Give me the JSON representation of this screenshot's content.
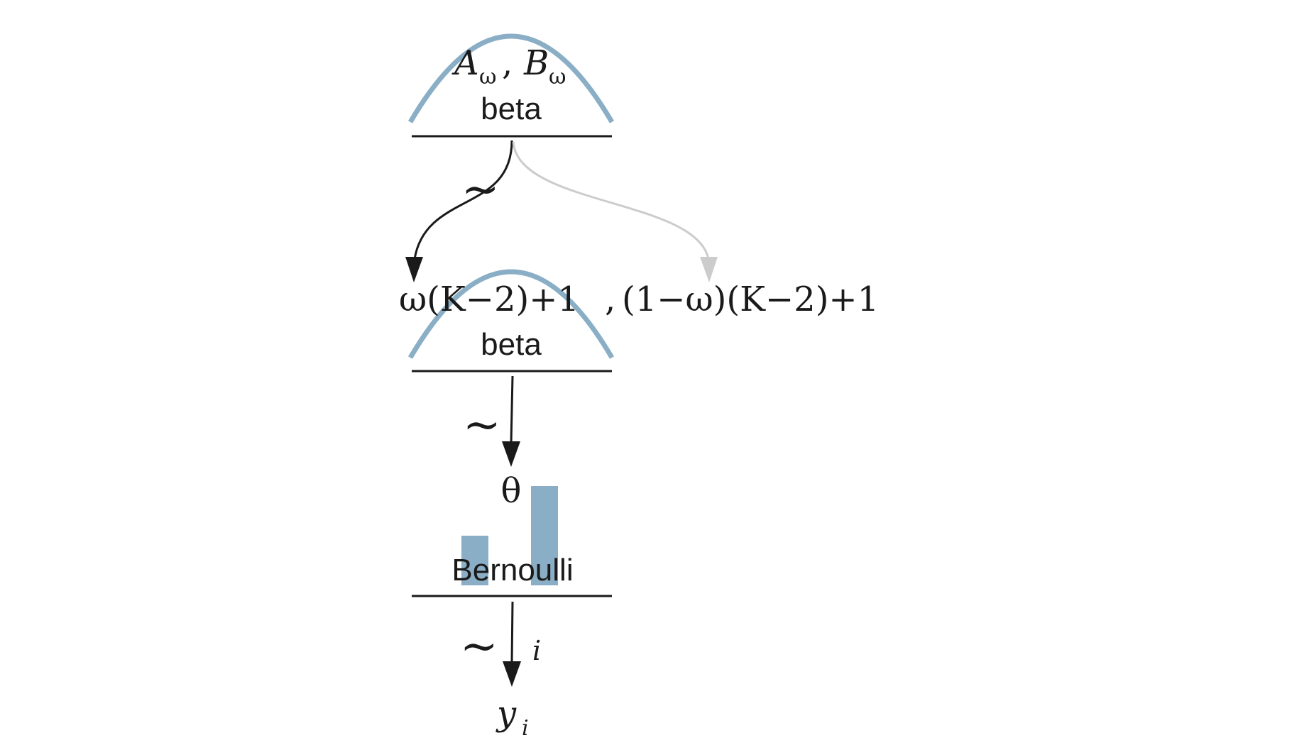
{
  "colors": {
    "accent": "#8aaec5",
    "ink": "#1a1a1a",
    "muted_arrow": "#cccccc"
  },
  "top_node": {
    "param_a": "A",
    "param_a_sub": "ω",
    "param_sep": ",",
    "param_b": "B",
    "param_b_sub": "ω",
    "distribution": "beta"
  },
  "middle_node": {
    "params_left": "ω(K−2)+1",
    "params_sep": ",",
    "params_right": "(1−ω)(K−2)+1",
    "distribution": "beta"
  },
  "bottom_node": {
    "param": "θ",
    "distribution": "Bernoulli",
    "bars": [
      0.5,
      1.0
    ]
  },
  "observed": {
    "variable": "y",
    "subscript": "i",
    "index_label": "i"
  },
  "relation_symbol": "~"
}
